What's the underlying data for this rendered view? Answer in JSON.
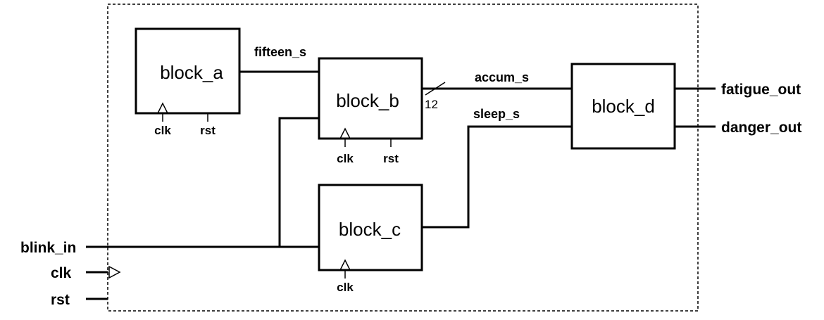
{
  "blocks": {
    "a": {
      "label": "block_a",
      "clk": "clk",
      "rst": "rst"
    },
    "b": {
      "label": "block_b",
      "clk": "clk",
      "rst": "rst"
    },
    "c": {
      "label": "block_c",
      "clk": "clk"
    },
    "d": {
      "label": "block_d"
    }
  },
  "signals": {
    "fifteen": "fifteen_s",
    "accum": "accum_s",
    "accum_width": "12",
    "sleep": "sleep_s"
  },
  "inputs": {
    "blink": "blink_in",
    "clk": "clk",
    "rst": "rst"
  },
  "outputs": {
    "fatigue": "fatigue_out",
    "danger": "danger_out"
  }
}
